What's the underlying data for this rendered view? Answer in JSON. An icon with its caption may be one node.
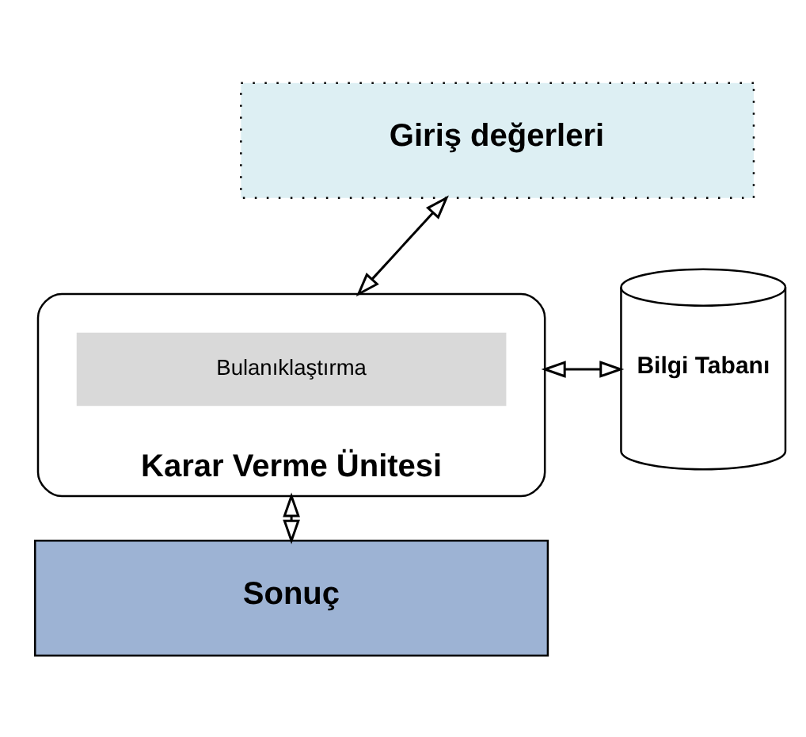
{
  "diagram": {
    "nodes": [
      {
        "text": [
          "Giriş değerleri"
        ]
      },
      {
        "text": [
          "Karar Verme Ünitesi"
        ]
      },
      {
        "text": [
          "Bulanıklaştırma"
        ],
        "in": 1
      },
      {
        "text": [
          "Bilgi Tabanı"
        ]
      },
      {
        "text": [
          "Sonuç"
        ]
      }
    ],
    "edges": [
      {
        "from": 0,
        "to": 1,
        "arrow": "both"
      },
      {
        "from": 1,
        "to": 3,
        "arrow": "both"
      },
      {
        "from": 1,
        "to": 4,
        "arrow": "both"
      }
    ]
  }
}
